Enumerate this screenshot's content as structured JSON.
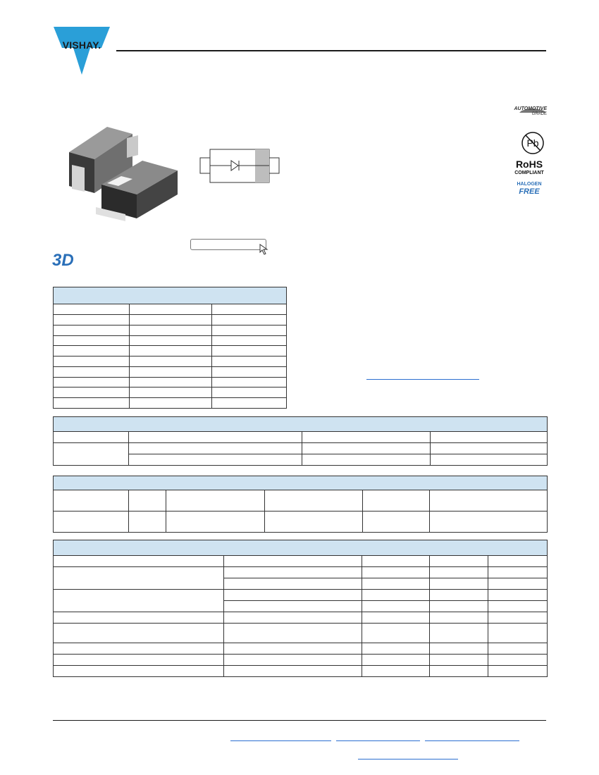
{
  "brand": {
    "logo_text": "VISHAY.",
    "logo_color": "#2a9fd8"
  },
  "badges": {
    "automotive": "AUTOMOTIVE",
    "grade": "GRADE",
    "pb": "Pb",
    "rohs": "RoHS",
    "compliant": "COMPLIANT",
    "halogen": "HALOGEN",
    "free": "FREE",
    "three_d": "3D"
  },
  "colors": {
    "table_header": "#cfe3f1",
    "link": "#2b6fd1",
    "accent": "#2a6fb8"
  },
  "icons": [
    "vishay-logo-icon",
    "package-3d-icon",
    "diode-symbol-icon",
    "cursor-arrow-icon",
    "car-icon",
    "pb-free-icon"
  ]
}
